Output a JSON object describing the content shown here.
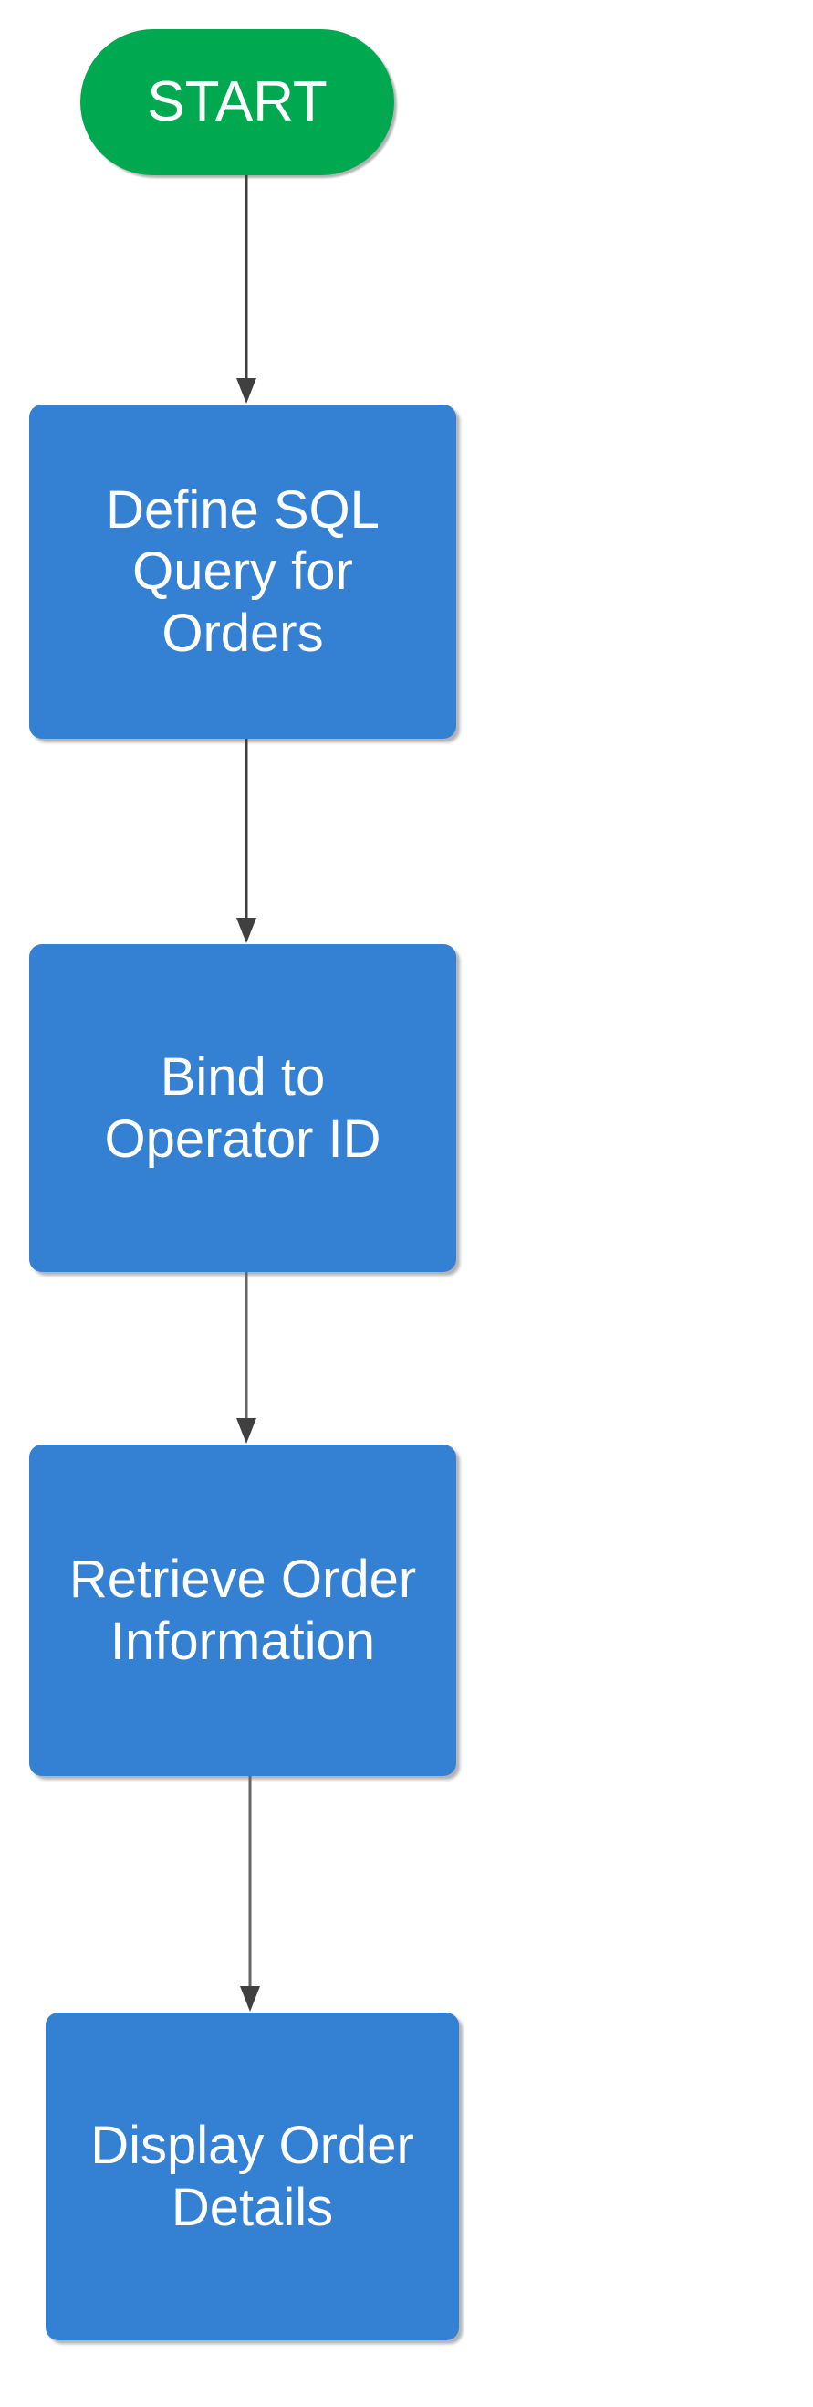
{
  "diagram": {
    "type": "flowchart",
    "orientation": "top-to-bottom",
    "background_color": "#ffffff",
    "title": "",
    "palette": {
      "start_fill": "#00A94F",
      "process_fill": "#3480D3",
      "node_text": "#ffffff",
      "edge_stroke": "#404040"
    },
    "nodes": [
      {
        "id": "start",
        "shape": "stadium",
        "label": "START",
        "fill": "#00A94F"
      },
      {
        "id": "define-sql",
        "shape": "rounded-rect",
        "label": "Define SQL\nQuery for\nOrders",
        "fill": "#3480D3"
      },
      {
        "id": "bind-operator",
        "shape": "rounded-rect",
        "label": "Bind to\nOperator ID",
        "fill": "#3480D3"
      },
      {
        "id": "retrieve-order",
        "shape": "rounded-rect",
        "label": "Retrieve Order\nInformation",
        "fill": "#3480D3"
      },
      {
        "id": "display-order",
        "shape": "rounded-rect",
        "label": "Display Order\nDetails",
        "fill": "#3480D3"
      }
    ],
    "edges": [
      {
        "id": "e1",
        "from": "start",
        "to": "define-sql",
        "label": "",
        "arrowhead": "triangle"
      },
      {
        "id": "e2",
        "from": "define-sql",
        "to": "bind-operator",
        "label": "",
        "arrowhead": "triangle"
      },
      {
        "id": "e3",
        "from": "bind-operator",
        "to": "retrieve-order",
        "label": "",
        "arrowhead": "triangle"
      },
      {
        "id": "e4",
        "from": "retrieve-order",
        "to": "display-order",
        "label": "",
        "arrowhead": "triangle"
      }
    ]
  }
}
